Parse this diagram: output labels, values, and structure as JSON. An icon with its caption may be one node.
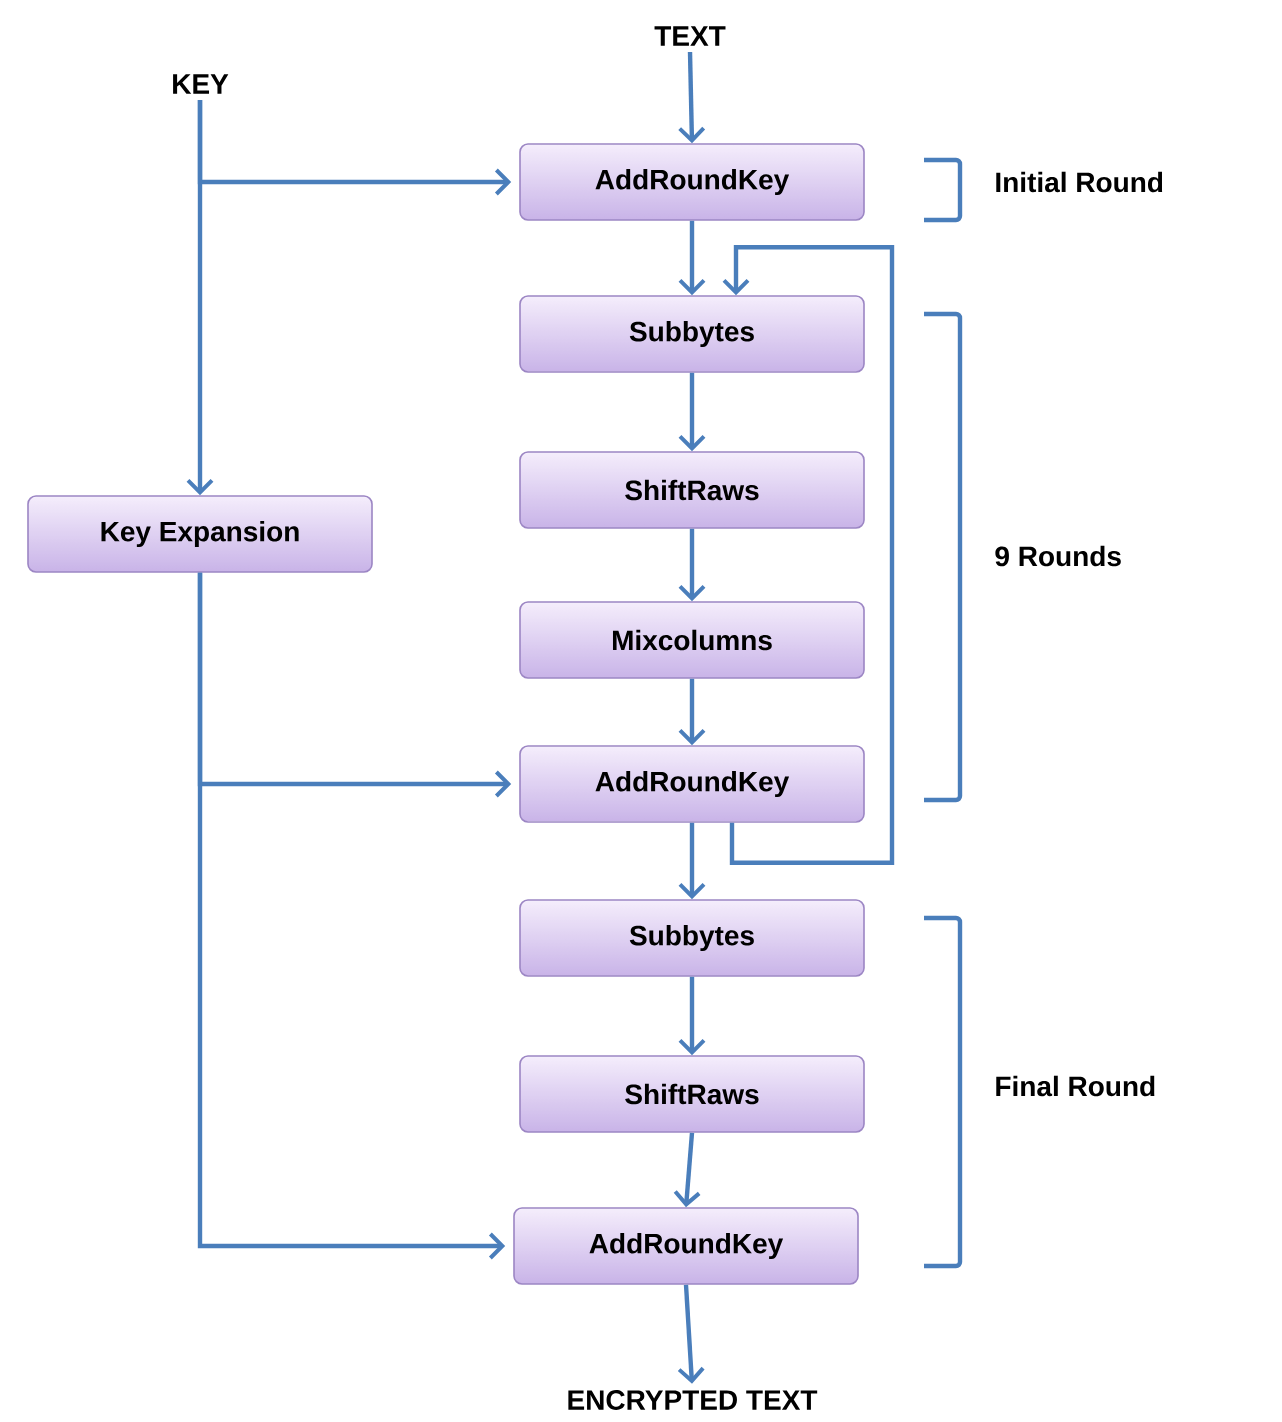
{
  "diagram": {
    "nodes": [
      {
        "text": [
          "TEXT"
        ]
      },
      {
        "text": [
          "KEY"
        ]
      },
      {
        "text": [
          "AddRoundKey"
        ]
      },
      {
        "text": [
          "Subbytes"
        ]
      },
      {
        "text": [
          "ShiftRaws"
        ]
      },
      {
        "text": [
          "Mixcolumns"
        ]
      },
      {
        "text": [
          "AddRoundKey"
        ]
      },
      {
        "text": [
          "Subbytes"
        ]
      },
      {
        "text": [
          "ShiftRaws"
        ]
      },
      {
        "text": [
          "AddRoundKey"
        ]
      },
      {
        "text": [
          "ENCRYPTED TEXT"
        ]
      },
      {
        "text": [
          "Key Expansion"
        ]
      }
    ],
    "edges": [
      {
        "from": 0,
        "to": 2,
        "arrow": "to"
      },
      {
        "from": 1,
        "to": 2,
        "arrow": "to"
      },
      {
        "from": 1,
        "to": 11,
        "arrow": "to"
      },
      {
        "from": 2,
        "to": 3,
        "arrow": "to"
      },
      {
        "from": 3,
        "to": 4,
        "arrow": "to"
      },
      {
        "from": 4,
        "to": 5,
        "arrow": "to"
      },
      {
        "from": 5,
        "to": 6,
        "arrow": "to"
      },
      {
        "from": 6,
        "to": 3,
        "arrow": "to"
      },
      {
        "from": 6,
        "to": 7,
        "arrow": "to"
      },
      {
        "from": 7,
        "to": 8,
        "arrow": "to"
      },
      {
        "from": 8,
        "to": 9,
        "arrow": "to"
      },
      {
        "from": 9,
        "to": 10,
        "arrow": "to"
      },
      {
        "from": 11,
        "to": 6,
        "arrow": "to"
      },
      {
        "from": 11,
        "to": 9,
        "arrow": "to"
      }
    ],
    "labels": [
      "Initial Round",
      "9 Rounds",
      "Final Round"
    ]
  }
}
